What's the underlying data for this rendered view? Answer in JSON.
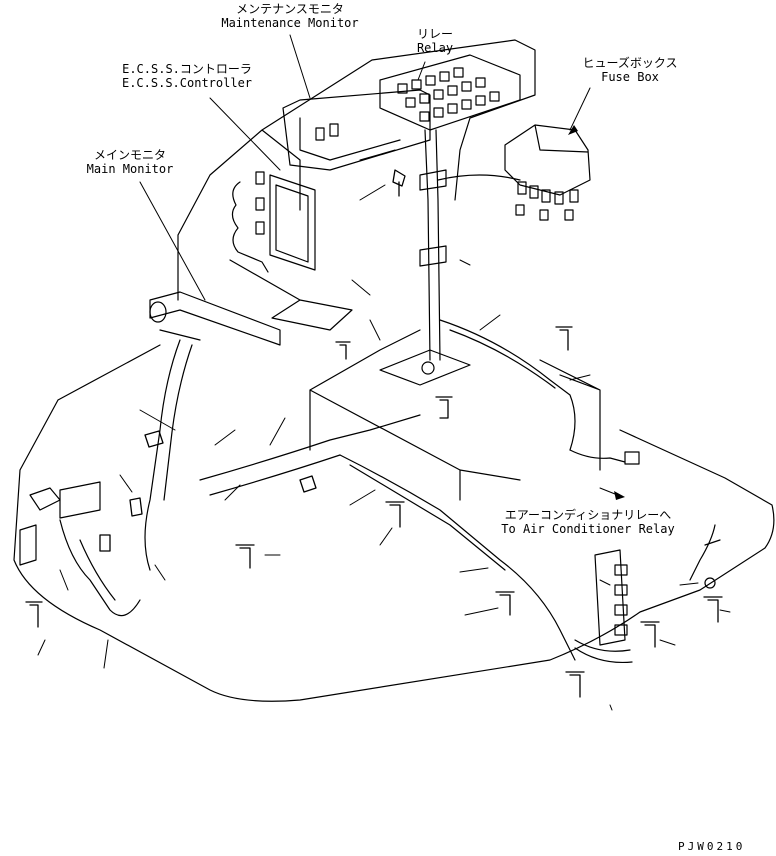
{
  "labels": {
    "maintenance_monitor": {
      "ja": "メンテナンスモニタ",
      "en": "Maintenance Monitor"
    },
    "relay": {
      "ja": "リレー",
      "en": "Relay"
    },
    "fuse_box": {
      "ja": "ヒューズボックス",
      "en": "Fuse Box"
    },
    "ecss_controller": {
      "ja": "E.C.S.S.コントローラ",
      "en": "E.C.S.S.Controller"
    },
    "main_monitor": {
      "ja": "メインモニタ",
      "en": "Main Monitor"
    },
    "air_conditioner_relay": {
      "ja": "エアーコンディショナリレーへ",
      "en": "To Air Conditioner Relay"
    }
  },
  "drawing_code": "PJW0210"
}
